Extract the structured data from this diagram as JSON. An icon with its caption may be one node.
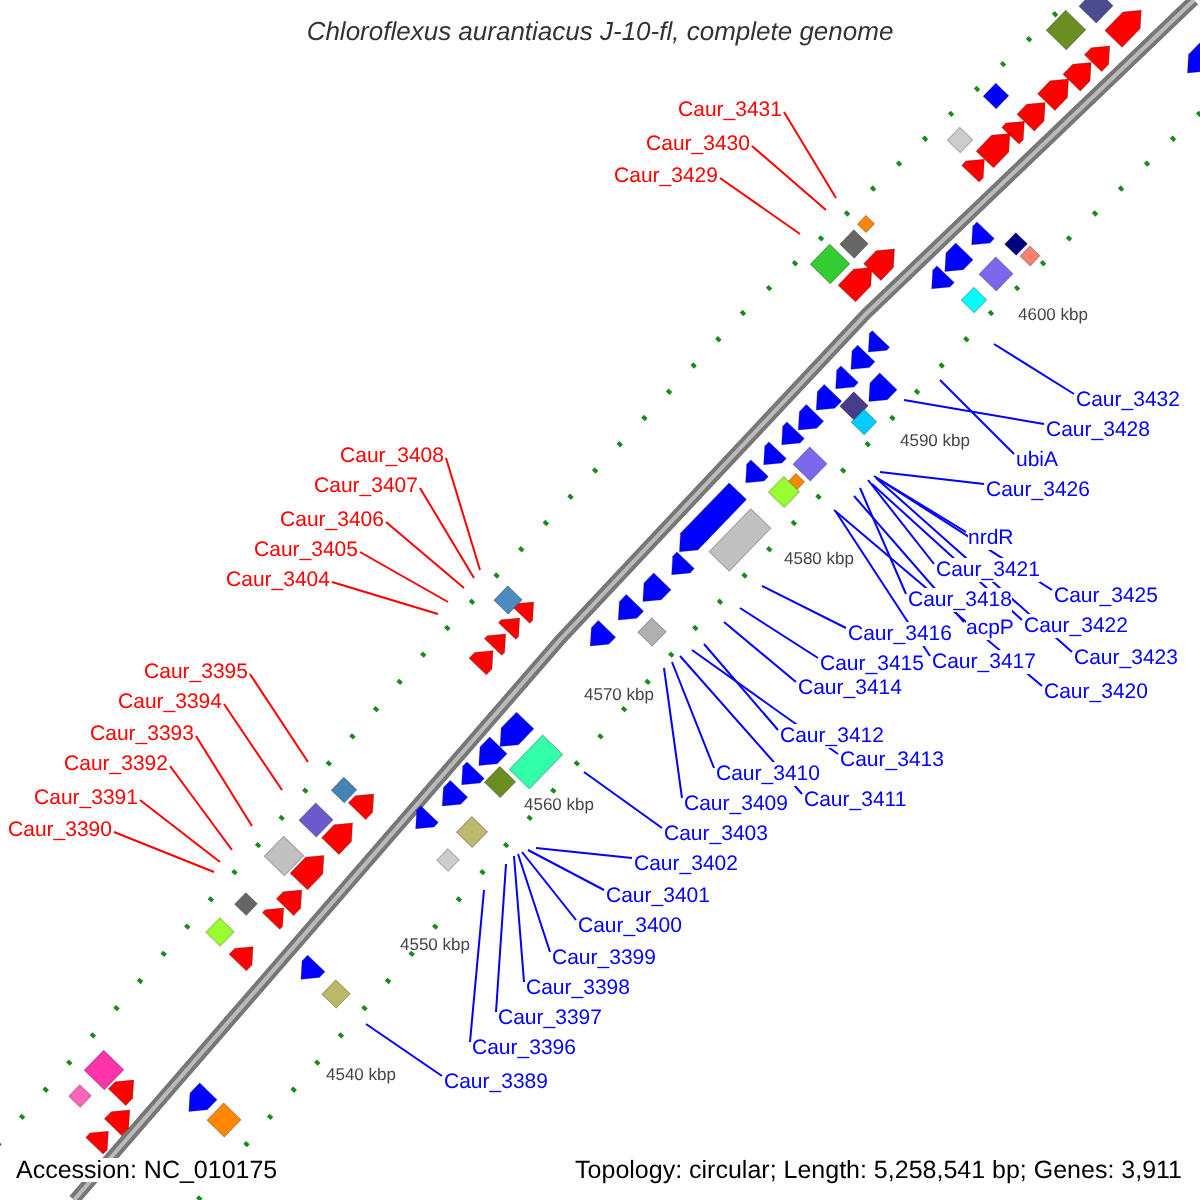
{
  "diagram": {
    "title": "Chloroflexus aurantiacus J-10-fl, complete genome",
    "nodes": [
      {
        "text": [
          "Caur_3431"
        ]
      },
      {
        "text": [
          "Caur_3430"
        ]
      },
      {
        "text": [
          "Caur_3429"
        ]
      },
      {
        "text": [
          "Caur_3432"
        ]
      },
      {
        "text": [
          "Caur_3428"
        ]
      },
      {
        "text": [
          "Caur_3408"
        ]
      },
      {
        "text": [
          "ubiA"
        ]
      },
      {
        "text": [
          "Caur_3407"
        ]
      },
      {
        "text": [
          "Caur_3426"
        ]
      },
      {
        "text": [
          "Caur_3406"
        ]
      },
      {
        "text": [
          "nrdR"
        ]
      },
      {
        "text": [
          "Caur_3405"
        ]
      },
      {
        "text": [
          "Caur_3421"
        ]
      },
      {
        "text": [
          "Caur_3404"
        ]
      },
      {
        "text": [
          "Caur_3425"
        ]
      },
      {
        "text": [
          "Caur_3418"
        ]
      },
      {
        "text": [
          "Caur_3422"
        ]
      },
      {
        "text": [
          "acpP"
        ]
      },
      {
        "text": [
          "Caur_3416"
        ]
      },
      {
        "text": [
          "Caur_3423"
        ]
      },
      {
        "text": [
          "Caur_3417"
        ]
      },
      {
        "text": [
          "Caur_3415"
        ]
      },
      {
        "text": [
          "Caur_3395"
        ]
      },
      {
        "text": [
          "Caur_3414"
        ]
      },
      {
        "text": [
          "Caur_3420"
        ]
      },
      {
        "text": [
          "Caur_3394"
        ]
      },
      {
        "text": [
          "Caur_3393"
        ]
      },
      {
        "text": [
          "Caur_3412"
        ]
      },
      {
        "text": [
          "Caur_3413"
        ]
      },
      {
        "text": [
          "Caur_3392"
        ]
      },
      {
        "text": [
          "Caur_3410"
        ]
      },
      {
        "text": [
          "Caur_3391"
        ]
      },
      {
        "text": [
          "Caur_3411"
        ]
      },
      {
        "text": [
          "Caur_3409"
        ]
      },
      {
        "text": [
          "Caur_3390"
        ]
      },
      {
        "text": [
          "Caur_3403"
        ]
      },
      {
        "text": [
          "Caur_3402"
        ]
      },
      {
        "text": [
          "Caur_3401"
        ]
      },
      {
        "text": [
          "Caur_3400"
        ]
      },
      {
        "text": [
          "Caur_3399"
        ]
      },
      {
        "text": [
          "Caur_3398"
        ]
      },
      {
        "text": [
          "Caur_3397"
        ]
      },
      {
        "text": [
          "Caur_3396"
        ]
      },
      {
        "text": [
          "Caur_3389"
        ]
      }
    ],
    "edges": [
      {
        "from": 0,
        "to": null,
        "arrow": "none",
        "color": "#ff0000"
      },
      {
        "from": 1,
        "to": null,
        "arrow": "none",
        "color": "#ff0000"
      },
      {
        "from": 2,
        "to": null,
        "arrow": "none",
        "color": "#ff0000"
      },
      {
        "from": 3,
        "to": null,
        "arrow": "none"
      },
      {
        "from": 4,
        "to": null,
        "arrow": "none"
      },
      {
        "from": 5,
        "to": null,
        "arrow": "none",
        "color": "#ff0000"
      },
      {
        "from": 6,
        "to": null,
        "arrow": "none"
      },
      {
        "from": 7,
        "to": null,
        "arrow": "none",
        "color": "#ff0000"
      },
      {
        "from": 8,
        "to": null,
        "arrow": "none"
      },
      {
        "from": 9,
        "to": null,
        "arrow": "none",
        "color": "#ff0000"
      },
      {
        "from": 10,
        "to": null,
        "arrow": "none"
      },
      {
        "from": 11,
        "to": null,
        "arrow": "none",
        "color": "#ff0000"
      },
      {
        "from": 12,
        "to": null,
        "arrow": "none"
      },
      {
        "from": 13,
        "to": null,
        "arrow": "none",
        "color": "#ff0000"
      },
      {
        "from": 14,
        "to": null,
        "arrow": "none"
      },
      {
        "from": 15,
        "to": null,
        "arrow": "none"
      },
      {
        "from": 16,
        "to": null,
        "arrow": "none"
      },
      {
        "from": 17,
        "to": null,
        "arrow": "none"
      },
      {
        "from": 18,
        "to": null,
        "arrow": "none"
      },
      {
        "from": 19,
        "to": null,
        "arrow": "none"
      },
      {
        "from": 20,
        "to": null,
        "arrow": "none"
      },
      {
        "from": 21,
        "to": null,
        "arrow": "none"
      },
      {
        "from": 22,
        "to": null,
        "arrow": "none",
        "color": "#ff0000"
      },
      {
        "from": 23,
        "to": null,
        "arrow": "none"
      },
      {
        "from": 24,
        "to": null,
        "arrow": "none"
      },
      {
        "from": 25,
        "to": null,
        "arrow": "none",
        "color": "#ff0000"
      },
      {
        "from": 26,
        "to": null,
        "arrow": "none",
        "color": "#ff0000"
      },
      {
        "from": 27,
        "to": null,
        "arrow": "none"
      },
      {
        "from": 28,
        "to": null,
        "arrow": "none"
      },
      {
        "from": 29,
        "to": null,
        "arrow": "none",
        "color": "#ff0000"
      },
      {
        "from": 30,
        "to": null,
        "arrow": "none"
      },
      {
        "from": 31,
        "to": null,
        "arrow": "none",
        "color": "#ff0000"
      },
      {
        "from": 32,
        "to": null,
        "arrow": "none"
      },
      {
        "from": 33,
        "to": null,
        "arrow": "none"
      },
      {
        "from": 34,
        "to": null,
        "arrow": "none",
        "color": "#ff0000"
      },
      {
        "from": 35,
        "to": null,
        "arrow": "none"
      },
      {
        "from": 36,
        "to": null,
        "arrow": "none"
      },
      {
        "from": 37,
        "to": null,
        "arrow": "none"
      },
      {
        "from": 38,
        "to": null,
        "arrow": "none"
      },
      {
        "from": 39,
        "to": null,
        "arrow": "none"
      },
      {
        "from": 40,
        "to": null,
        "arrow": "none"
      },
      {
        "from": 41,
        "to": null,
        "arrow": "none"
      },
      {
        "from": 42,
        "to": null,
        "arrow": "none"
      },
      {
        "from": 43,
        "to": null,
        "arrow": "none"
      }
    ],
    "labels": [
      "4600 kbp",
      "4590 kbp",
      "4580 kbp",
      "4570 kbp",
      "4560 kbp",
      "4550 kbp",
      "4540 kbp",
      "Accession: NC_010175",
      "Topology: circular; Length: 5,258,541 bp; Genes: 3,911"
    ]
  }
}
